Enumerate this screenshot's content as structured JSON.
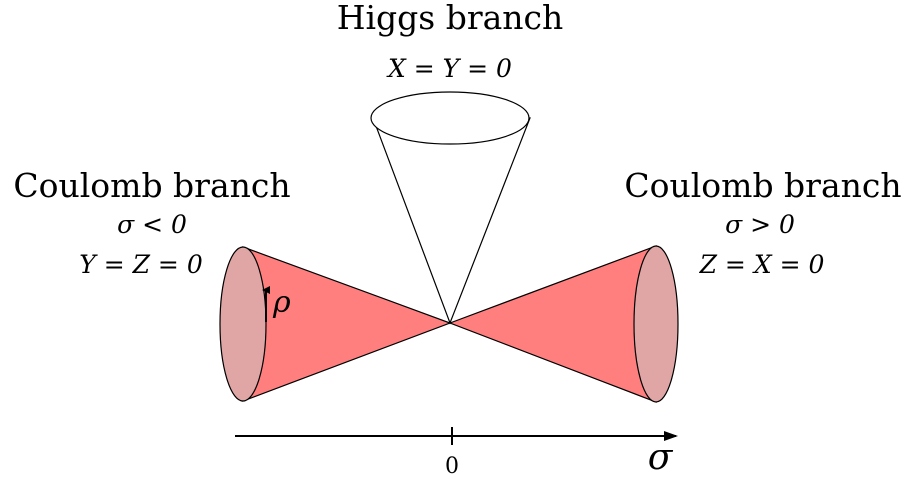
{
  "colors": {
    "cone_fill": "#ff7f7f",
    "cone_base_fill": "#e0a6a6",
    "higgs_cone_fill": "#ffffff",
    "stroke": "#000000"
  },
  "higgs": {
    "title": "Higgs branch",
    "condition": "X = Y = 0"
  },
  "coulomb_left": {
    "title": "Coulomb branch",
    "sign": "σ < 0",
    "condition": "Y = Z = 0"
  },
  "coulomb_right": {
    "title": "Coulomb branch",
    "sign": "σ > 0",
    "condition": "Z = X = 0"
  },
  "radial_label": "ρ",
  "axis": {
    "tick_label": "0",
    "variable": "σ"
  }
}
